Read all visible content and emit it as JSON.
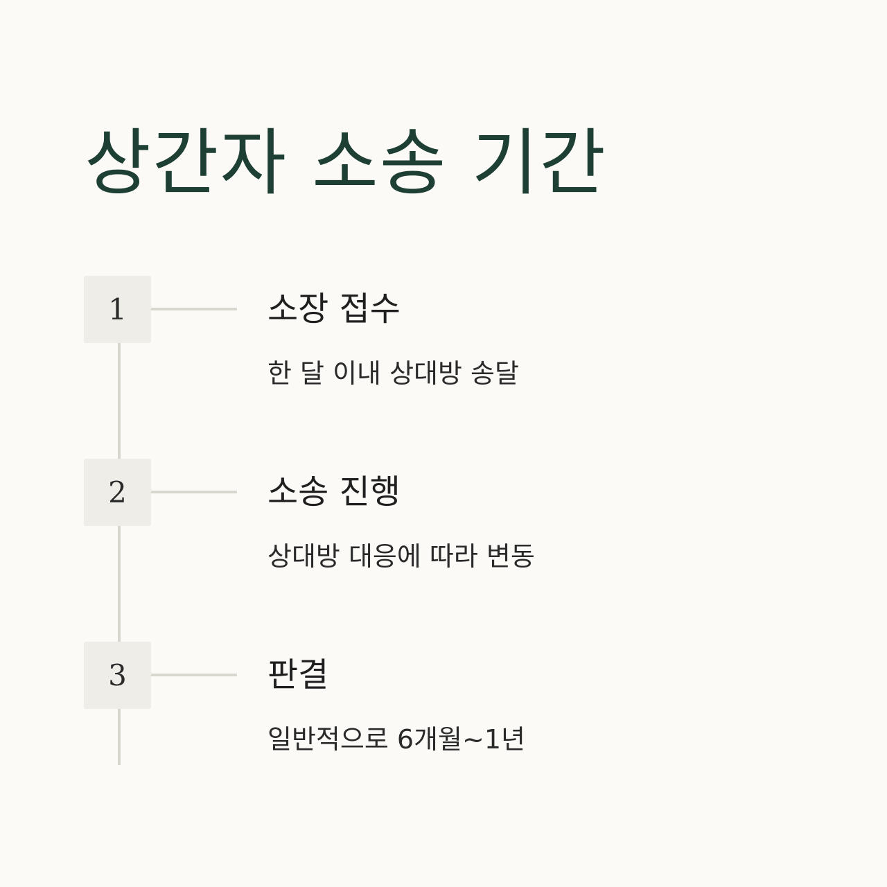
{
  "title": "상간자 소송 기간",
  "steps": [
    {
      "number": "1",
      "title": "소장 접수",
      "description": "한 달 이내 상대방 송달"
    },
    {
      "number": "2",
      "title": "소송 진행",
      "description": "상대방 대응에 따라 변동"
    },
    {
      "number": "3",
      "title": "판결",
      "description": "일반적으로 6개월~1년"
    }
  ]
}
